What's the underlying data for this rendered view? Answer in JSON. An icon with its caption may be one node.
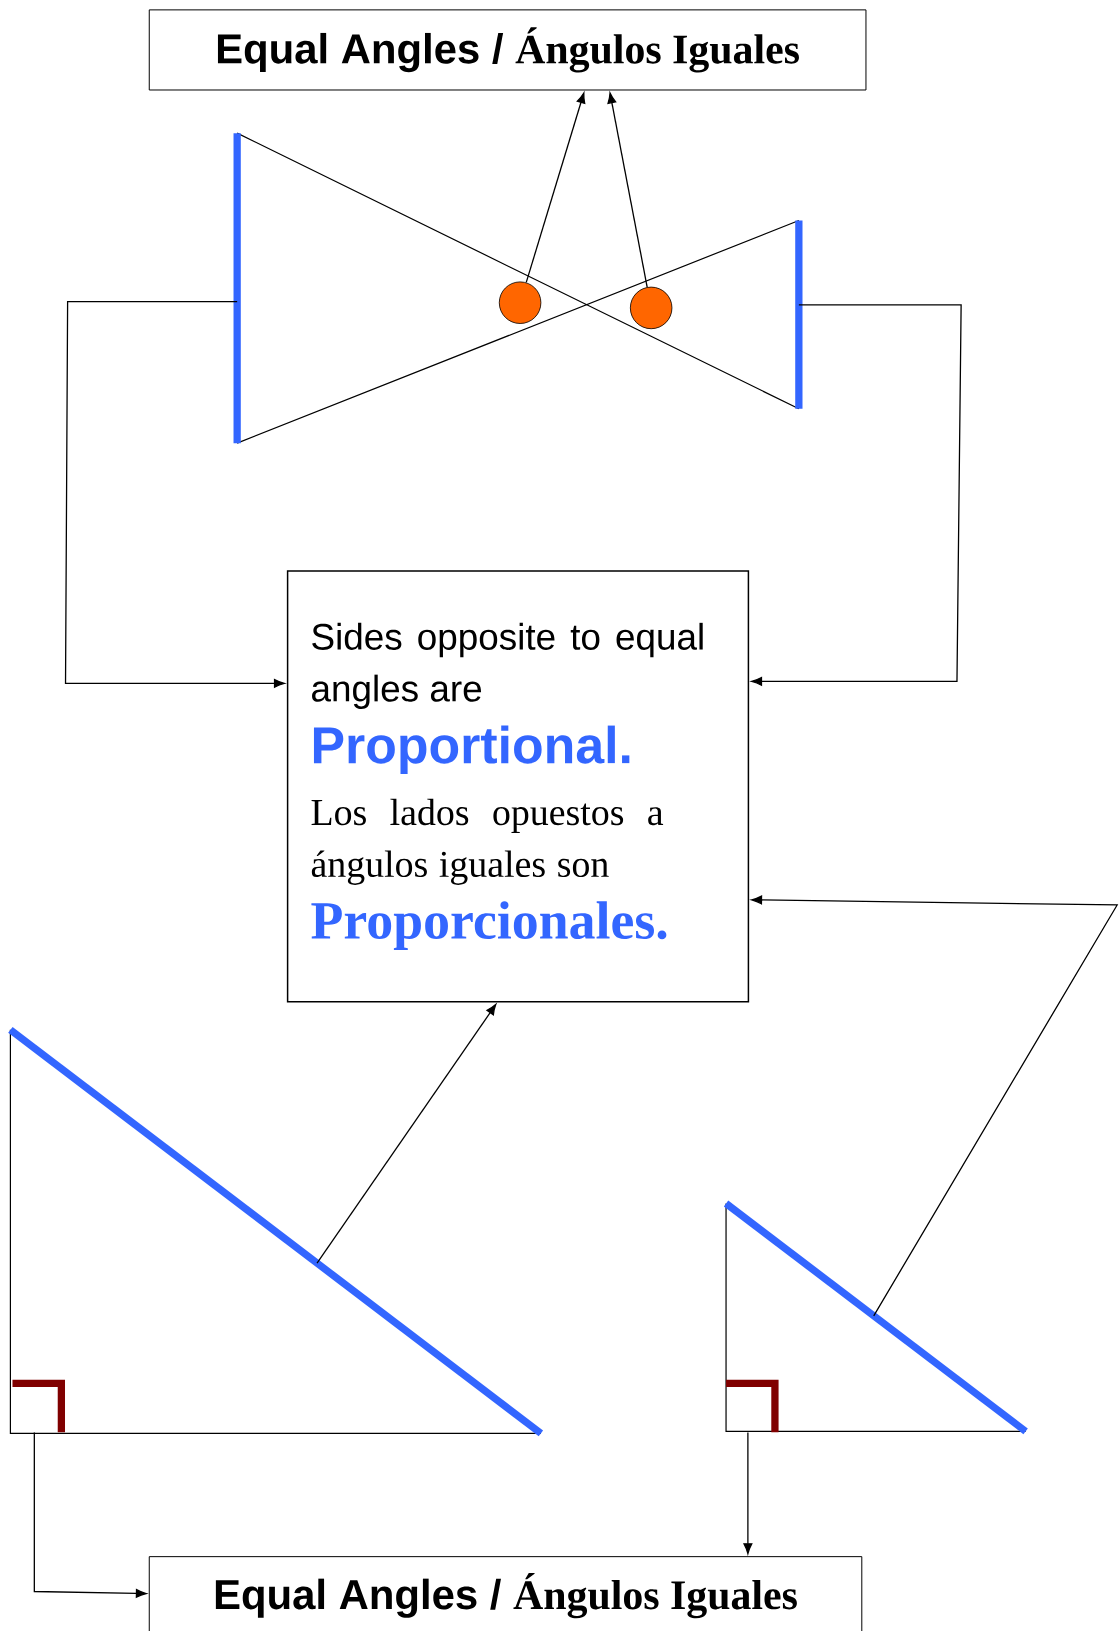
{
  "diagram": {
    "nodes": [
      {
        "text": [
          "Equal Angles /",
          "Ángulos Iguales"
        ]
      },
      {
        "text": [
          "Sides opposite to equal angles are",
          "Proportional.",
          "Los lados opuestos a ángulos iguales son",
          "Proporcionales."
        ]
      },
      {
        "text": [
          "Equal Angles /",
          "Ángulos Iguales"
        ]
      },
      {
        "text": [],
        "shape": "bar"
      },
      {
        "text": [],
        "shape": "bar"
      },
      {
        "text": [],
        "shape": "circle"
      },
      {
        "text": [],
        "shape": "circle"
      },
      {
        "text": [],
        "shape": "bar"
      },
      {
        "text": [],
        "shape": "bar"
      },
      {
        "text": [],
        "shape": "box"
      },
      {
        "text": [],
        "shape": "box"
      }
    ],
    "edges": [
      {
        "from": 5,
        "to": 0,
        "arrow": "to"
      },
      {
        "from": 6,
        "to": 0,
        "arrow": "to"
      },
      {
        "from": 3,
        "to": 1,
        "arrow": "to"
      },
      {
        "from": 4,
        "to": 1,
        "arrow": "to"
      },
      {
        "from": 7,
        "to": 1,
        "arrow": "to"
      },
      {
        "from": 8,
        "to": 1,
        "arrow": "to"
      },
      {
        "from": 9,
        "to": 2,
        "arrow": "to"
      },
      {
        "from": 10,
        "to": 2,
        "arrow": "to"
      }
    ]
  }
}
